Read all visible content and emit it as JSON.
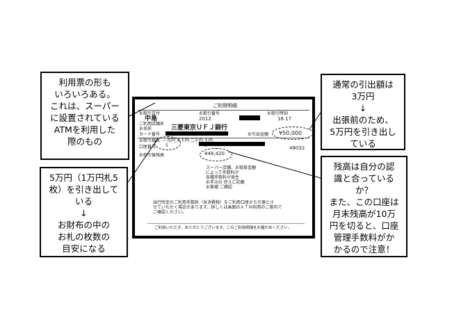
{
  "callouts": {
    "top_left": [
      "利用票の形も",
      "いろいろある。",
      "これは、スーパー",
      "に設置されている",
      "ATMを利用した",
      "際のもの"
    ],
    "bottom_left": [
      "5万円（1万円札5",
      "枚）を引き出して",
      "いる",
      "↓",
      "お財布の中の",
      "お札の枚数の",
      "目安になる"
    ],
    "top_right": [
      "通常の引出額は",
      "3万円",
      "↓",
      "出張前のため、",
      "5万円を引き出し",
      "ている"
    ],
    "bottom_right": [
      "残高は自分の認",
      "識と合っている",
      "か？",
      "また、この口座は",
      "月末残高が10万",
      "円を切ると、口座",
      "管理手数料がか",
      "かるので注意！"
    ]
  },
  "receipt": {
    "title": "ご利用明細",
    "label_date": "お取引日付",
    "label_number": "お取引番号",
    "label_time": "お取引時刻",
    "year_text": "2012",
    "time_text": "16 17",
    "store_label": "ご利用店舗名",
    "name_label": "お名前",
    "bank_name": "三菱東京ＵＦＪ銀行",
    "card_label": "カード番号",
    "withdraw_label": "お引出金額",
    "amount": "¥50,000",
    "bill_labels": "一万円 五千円 二千円 千円",
    "bill_count": "5",
    "bill_zero": "0",
    "account_label": "口座番号",
    "balance_label": "お取引後残高",
    "balance": "¥48,420",
    "receipt_no": "48032",
    "notice_1": "スーパー店舗、お取扱金額",
    "notice_2": "によって手数料が",
    "notice_3": "各種手数料が発生",
    "notice_4": "お手元の 控えに記載",
    "notice_5": "お客様 ご確認",
    "fee_1": "当行所定のご利用手数料（含消費税）をご利用口座から引落とさ",
    "fee_2": "せていただく場合があります。詳しくは画面のＡＴＭ利用のご案内で",
    "fee_3": "ご確認ください。",
    "footer": "ご利用いただき、ありがとうございます。このご利用明細をお確かめください。"
  }
}
